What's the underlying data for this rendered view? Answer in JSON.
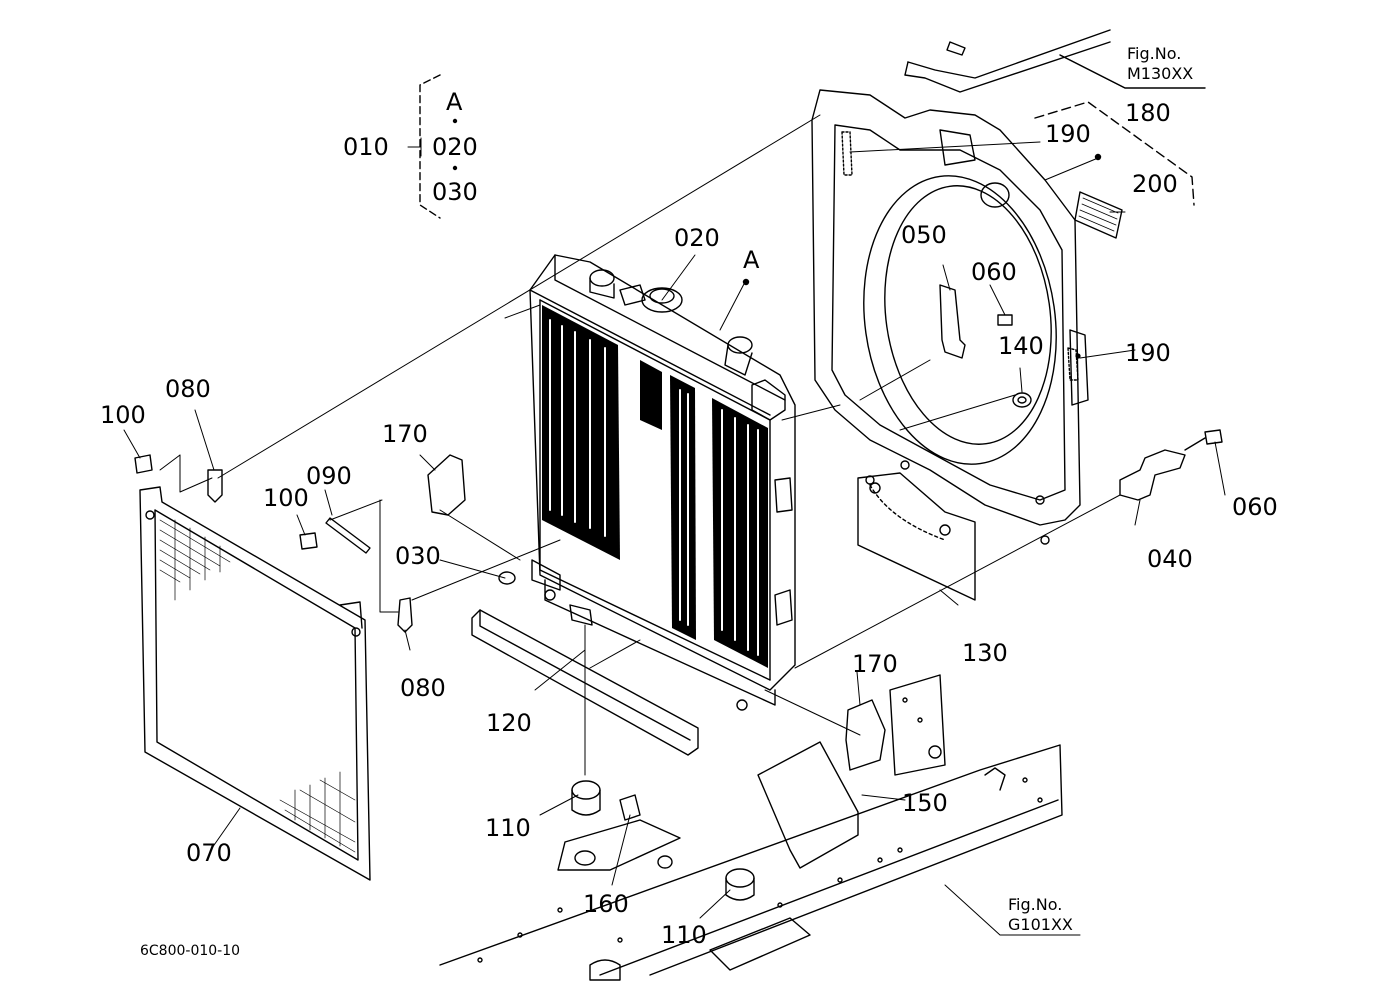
{
  "diagram": {
    "drawing_code": "6C800-010-10",
    "fig_refs": [
      {
        "line1": "Fig.No.",
        "line2": "M130XX"
      },
      {
        "line1": "Fig.No.",
        "line2": "G101XX"
      }
    ],
    "assembly_group": {
      "parent": "010",
      "members": [
        "A",
        "020",
        "030"
      ]
    },
    "marker_a": "A",
    "parts": [
      "010",
      "020",
      "030",
      "020",
      "030",
      "040",
      "050",
      "060",
      "060",
      "070",
      "080",
      "080",
      "090",
      "100",
      "100",
      "110",
      "110",
      "120",
      "130",
      "140",
      "150",
      "160",
      "170",
      "170",
      "180",
      "190",
      "190",
      "200"
    ]
  }
}
